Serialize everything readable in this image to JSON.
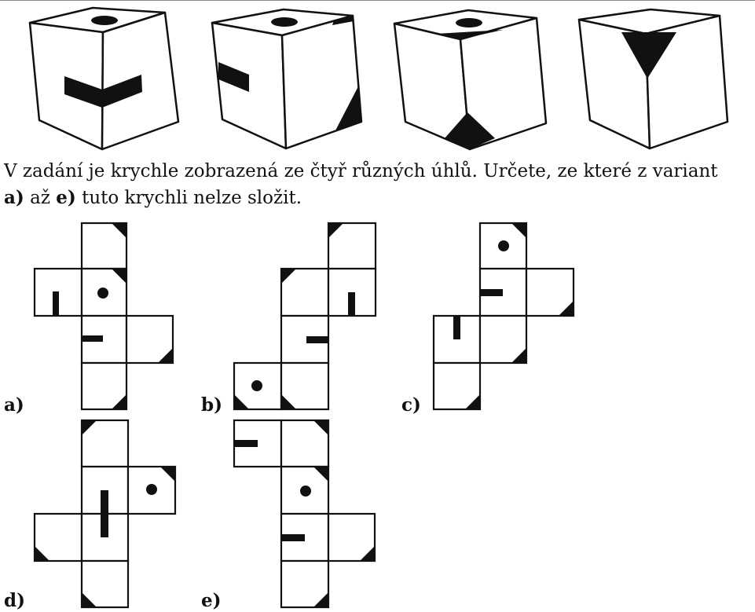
{
  "task": {
    "line1": "V zadání je krychle zobrazená ze čtyř různých úhlů. Určete, ze které z variant",
    "line2_a": "a)",
    "line2_mid": " až ",
    "line2_e": "e)",
    "line2_rest": " tuto krychli nelze složit."
  },
  "options": [
    {
      "label": "a)"
    },
    {
      "label": "b)"
    },
    {
      "label": "c)"
    },
    {
      "label": "d)"
    },
    {
      "label": "e)"
    }
  ],
  "colors": {
    "ink": "#111111",
    "background": "#ffffff"
  }
}
